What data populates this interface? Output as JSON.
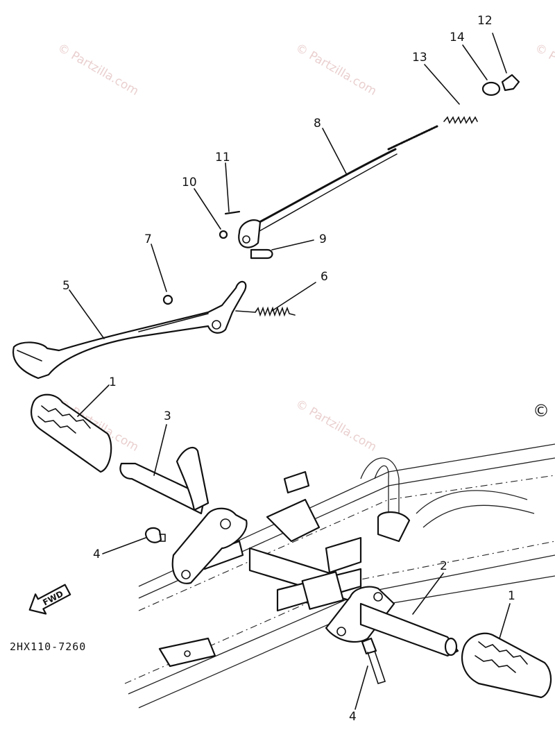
{
  "diagram": {
    "callouts": [
      "1",
      "2",
      "3",
      "4",
      "5",
      "6",
      "7",
      "8",
      "9",
      "10",
      "11",
      "12",
      "13",
      "14",
      "1",
      "4"
    ],
    "drawing_code": "2HX110-7260",
    "fwd_label": "FWD",
    "watermark": "© Partzilla.com",
    "watermark_edge": "© P"
  }
}
